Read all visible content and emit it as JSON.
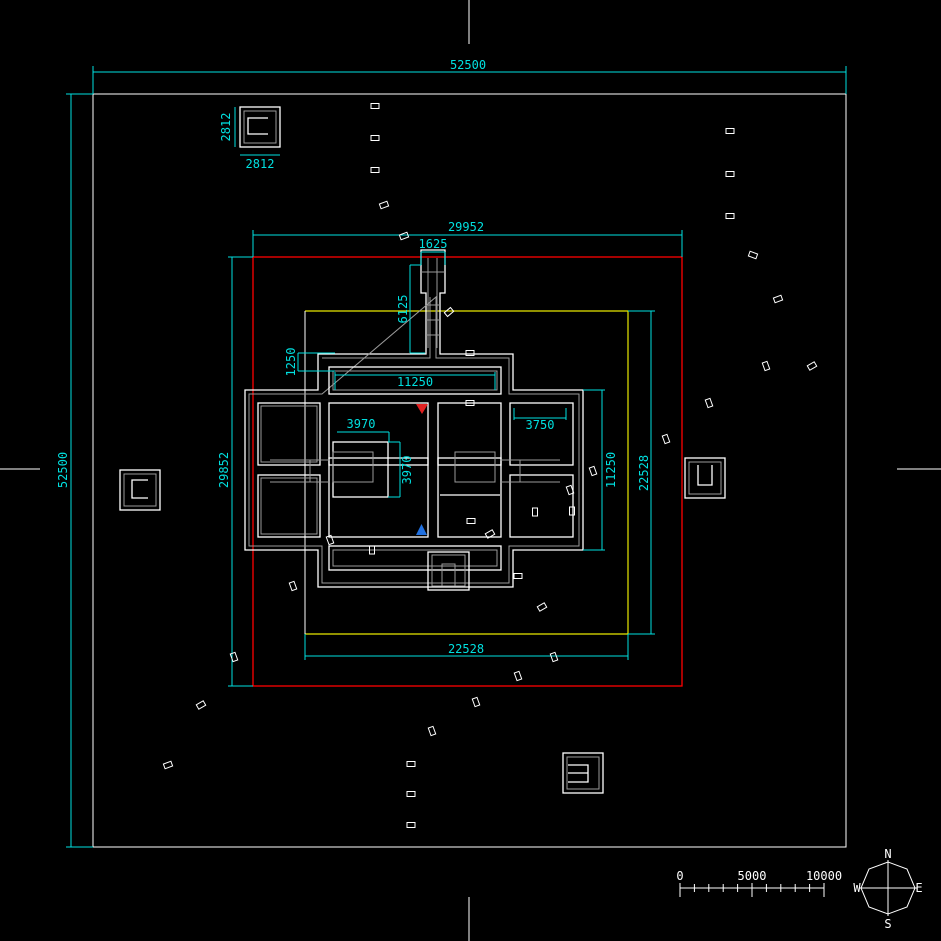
{
  "drawing": {
    "colors": {
      "background": "#000000",
      "dimension": "#00e0e0",
      "red_boundary": "#ff0000",
      "yellow_boundary": "#e8e800",
      "outline": "#ffffff",
      "marker_red": "#e02020",
      "marker_blue": "#2070e0"
    },
    "dimensions": {
      "site_width": "52500",
      "site_height": "52500",
      "red_width": "29952",
      "red_height": "29852",
      "yellow_width": "22528",
      "yellow_height": "22528",
      "small_square_w": "2812",
      "small_square_h": "2812",
      "stem_width": "1625",
      "stem_length": "6125",
      "wing_offset": "1250",
      "corridor_length": "11250",
      "room_width": "3970",
      "room_height": "3970",
      "side_room_width": "3750",
      "core_height": "11250"
    },
    "scale_bar": {
      "labels": [
        "0",
        "5000",
        "10000"
      ]
    },
    "compass": {
      "n": "N",
      "s": "S",
      "e": "E",
      "w": "W"
    }
  }
}
